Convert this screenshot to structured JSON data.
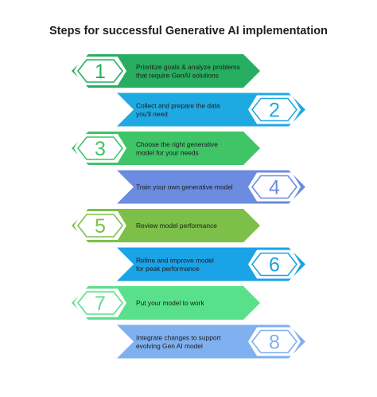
{
  "title": "Steps for successful Generative AI implementation",
  "steps": [
    {
      "number": "1",
      "lines": [
        "Prioritize goals & analyze problems",
        "that require GenAI solutions"
      ],
      "color": "#27ae60",
      "number_color": "#27ae60"
    },
    {
      "number": "2",
      "lines": [
        "Collect and prepare the data",
        "you'll need"
      ],
      "color": "#1fa9e3",
      "number_color": "#1fa9e3"
    },
    {
      "number": "3",
      "lines": [
        "Choose the right generative",
        "model for your needs"
      ],
      "color": "#3fc467",
      "number_color": "#3fc467"
    },
    {
      "number": "4",
      "lines": [
        "Train your own generative model"
      ],
      "color": "#6b8ce0",
      "number_color": "#6b8ce0"
    },
    {
      "number": "5",
      "lines": [
        "Review model performance"
      ],
      "color": "#7cc04a",
      "number_color": "#7cc04a"
    },
    {
      "number": "6",
      "lines": [
        "Refine and improve model",
        "for peak performance"
      ],
      "color": "#1aa3e6",
      "number_color": "#1aa3e6"
    },
    {
      "number": "7",
      "lines": [
        "Put your model to work"
      ],
      "color": "#58e08a",
      "number_color": "#58e08a"
    },
    {
      "number": "8",
      "lines": [
        "Integrate changes to support",
        "evolving Gen AI model"
      ],
      "color": "#7fb0f0",
      "number_color": "#7fb0f0"
    }
  ]
}
